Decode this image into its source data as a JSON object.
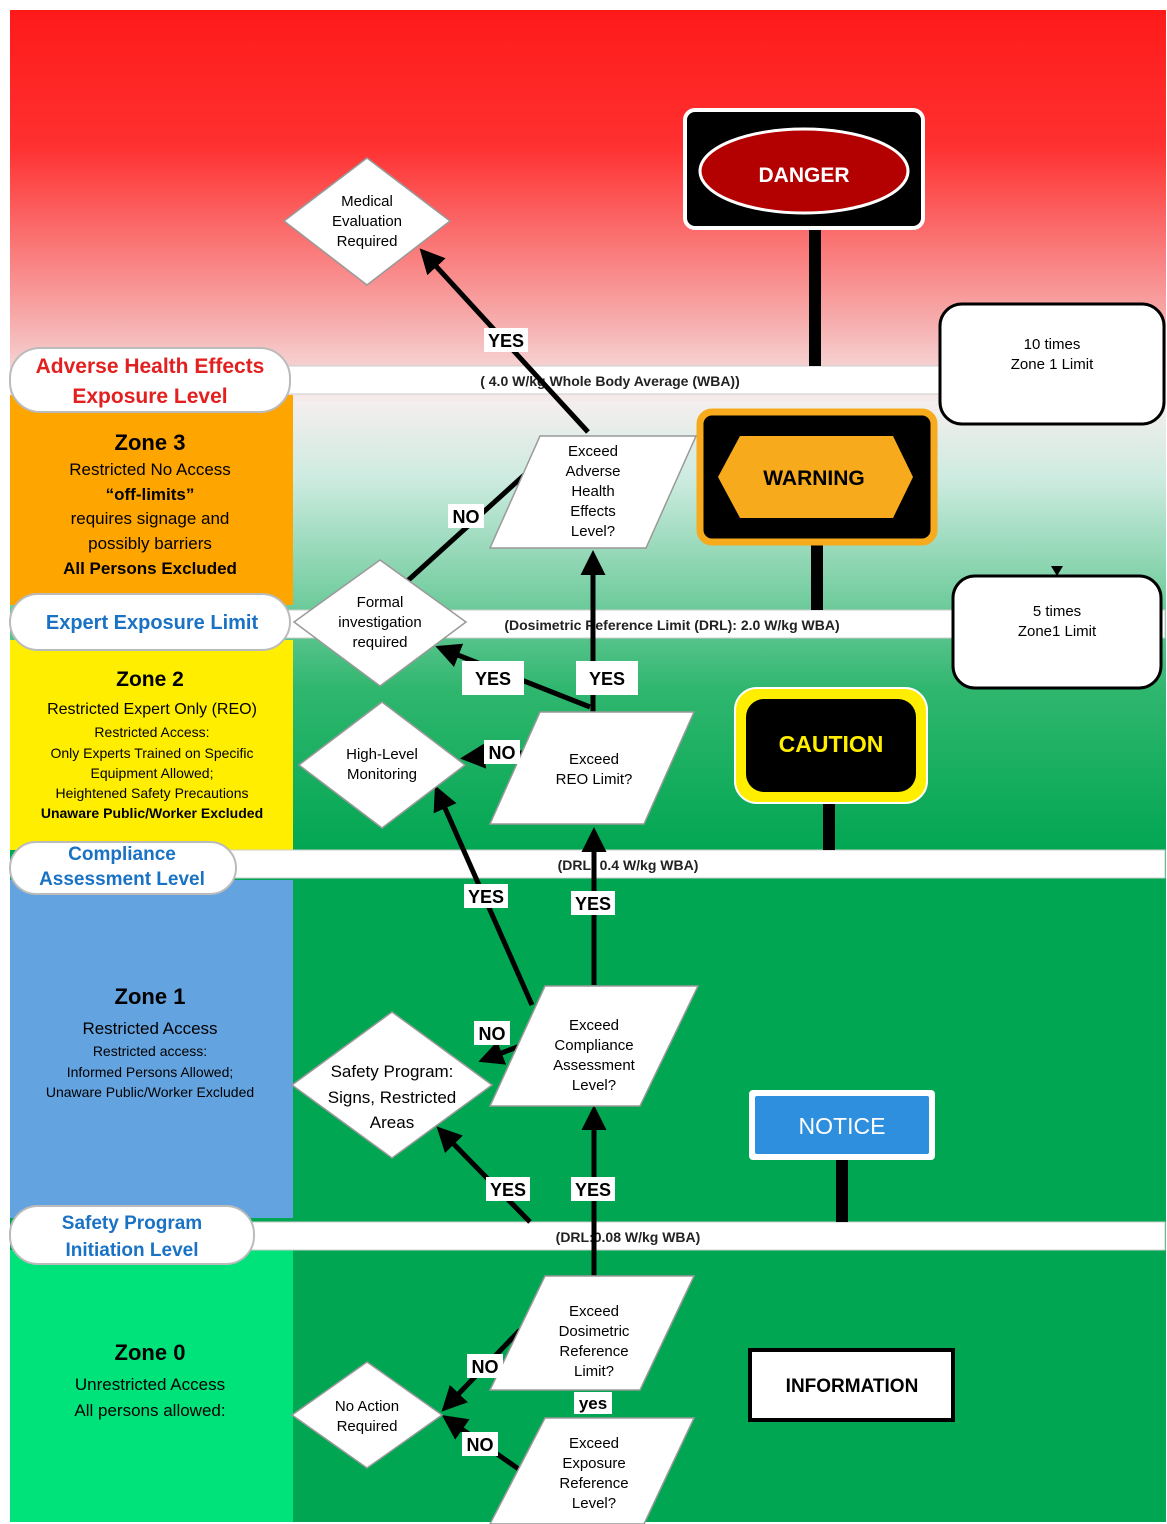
{
  "levels": {
    "adverse": {
      "title": [
        "Adverse Health Effects",
        "Exposure Level"
      ],
      "line": "( 4.0 W/kg  Whole Body Average (WBA))"
    },
    "expert": {
      "title": [
        "Expert Exposure Limit"
      ],
      "line": "(Dosimetric Reference Limit (DRL): 2.0 W/kg  WBA)"
    },
    "compliance": {
      "title": [
        "Compliance",
        "Assessment  Level"
      ],
      "line": "(DRL: 0.4 W/kg  WBA)"
    },
    "safety": {
      "title": [
        "Safety Program",
        "Initiation Level"
      ],
      "line": "(DRL:0.08 W/kg WBA)"
    }
  },
  "zones": {
    "zone3": {
      "heading": "Zone 3",
      "lines": [
        "Restricted No Access",
        "“off-limits”",
        "requires signage and",
        "possibly barriers",
        "All Persons Excluded"
      ]
    },
    "zone2": {
      "heading": "Zone 2",
      "lines": [
        "Restricted Expert Only (REO)",
        "Restricted Access:",
        "Only Experts Trained on Specific",
        "Equipment Allowed;",
        "Heightened Safety Precautions",
        "Unaware Public/Worker Excluded"
      ]
    },
    "zone1": {
      "heading": "Zone 1",
      "lines": [
        "Restricted Access",
        "Restricted access:",
        "Informed Persons Allowed;",
        "Unaware Public/Worker Excluded"
      ]
    },
    "zone0": {
      "heading": "Zone 0",
      "lines": [
        "Unrestricted Access",
        "All persons allowed:"
      ]
    }
  },
  "decisions": {
    "adverse": [
      "Exceed",
      "Adverse",
      "Health",
      "Effects",
      "Level?"
    ],
    "reo": [
      "Exceed",
      "REO Limit?"
    ],
    "compliance": [
      "Exceed",
      "Compliance",
      "Assessment",
      "Level?"
    ],
    "drl": [
      "Exceed",
      "Dosimetric",
      "Reference",
      "Limit?"
    ],
    "erl": [
      "Exceed",
      "Exposure",
      "Reference",
      "Level?"
    ]
  },
  "actions": {
    "medical": [
      "Medical",
      "Evaluation",
      "Required"
    ],
    "formal": [
      "Formal",
      "investigation",
      "required"
    ],
    "monitoring": [
      "High-Level",
      "Monitoring"
    ],
    "safety": [
      "Safety Program:",
      "Signs, Restricted",
      "Areas"
    ],
    "noaction": [
      "No Action",
      "Required"
    ]
  },
  "signs": {
    "danger": "DANGER",
    "warning": "WARNING",
    "caution": "CAUTION",
    "notice": "NOTICE",
    "information": "INFORMATION"
  },
  "callouts": {
    "ten": [
      "10 times",
      "Zone 1 Limit"
    ],
    "five": [
      "5 times",
      "Zone1 Limit"
    ]
  },
  "edge_labels": {
    "yes": "YES",
    "no": "NO",
    "yes_lower": "yes"
  },
  "colors": {
    "zone3": "#ffa500",
    "zone2": "#ffee00",
    "zone1": "#63a3e0",
    "zone0": "#00e27a",
    "field_green": "#00a651",
    "top_red": "#ff1a1a",
    "danger_red": "#b30000",
    "warning_amber": "#f6aa1c",
    "notice_blue": "#2e8fde",
    "level_red_text": "#e32020",
    "level_blue_text": "#1a72c4"
  }
}
